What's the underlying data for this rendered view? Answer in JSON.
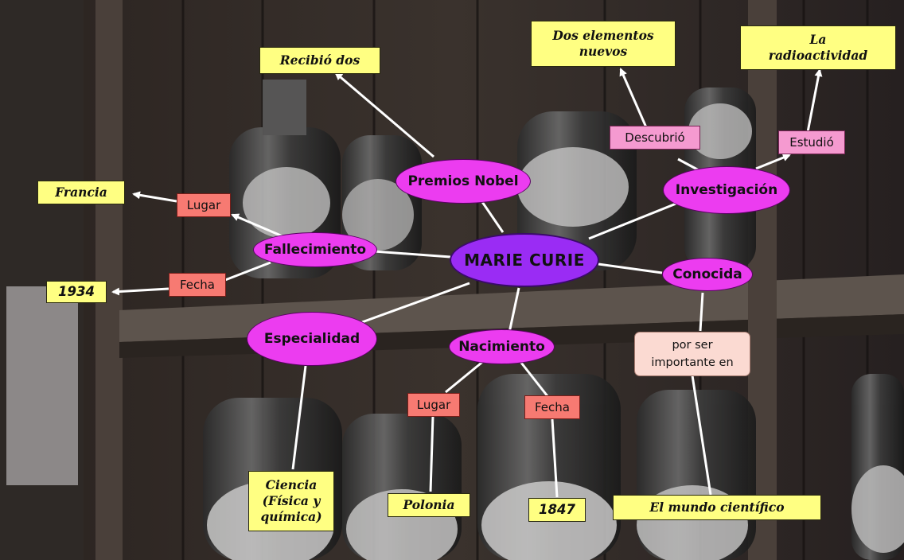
{
  "map": {
    "center": "MARIE CURIE",
    "branches": {
      "premios": "Premios Nobel",
      "investigacion": "Investigación",
      "fallecimiento": "Fallecimiento",
      "conocida": "Conocida",
      "especialidad": "Especialidad",
      "nacimiento": "Nacimiento"
    },
    "links": {
      "lugar_fallecimiento": "Lugar",
      "fecha_fallecimiento": "Fecha",
      "descubrio": "Descubrió",
      "estudio": "Estudió",
      "por_ser": "por ser\nimportante en",
      "lugar_nacimiento": "Lugar",
      "fecha_nacimiento": "Fecha"
    },
    "leaves": {
      "recibio": "Recibió dos",
      "elementos": "Dos elementos\nnuevos",
      "radioactividad": "La\nradioactividad",
      "francia": "Francia",
      "ano_1934": "1934",
      "ciencia": "Ciencia\n(Física y\nquímica)",
      "polonia": "Polonia",
      "ano_1847": "1847",
      "mundo": "El mundo científico"
    }
  },
  "colors": {
    "center_fill": "#9a2cf4",
    "branch_fill": "#ec3cf0",
    "link_fill": "#f77a72",
    "link_pink_fill": "#f59ad0",
    "leaf_fill": "#ffff82",
    "edge": "#ffffff"
  }
}
